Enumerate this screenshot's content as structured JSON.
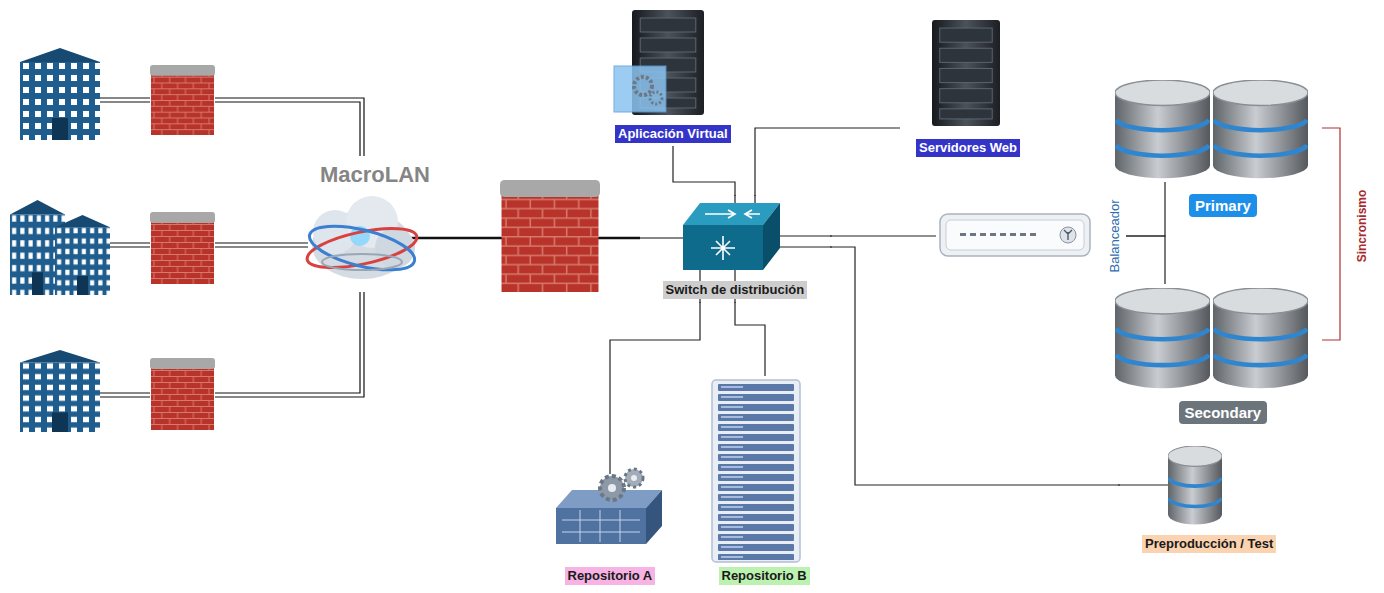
{
  "diagram": {
    "nodes": [
      {
        "text": [
          "MacroLAN"
        ]
      },
      {
        "text": [
          "Aplicación Virtual"
        ]
      },
      {
        "text": [
          "Servidores Web"
        ]
      },
      {
        "text": [
          "Switch de distribución"
        ]
      },
      {
        "text": [
          "Balanceador"
        ]
      },
      {
        "text": [
          "Primary"
        ]
      },
      {
        "text": [
          "Secondary"
        ]
      },
      {
        "text": [
          "Preproducción / Test"
        ]
      },
      {
        "text": [
          "Repositorio A"
        ]
      },
      {
        "text": [
          "Repositorio B"
        ]
      }
    ],
    "edges": [
      {
        "from": 0,
        "to": 3,
        "arrow": "none"
      },
      {
        "from": 1,
        "to": 3,
        "arrow": "none"
      },
      {
        "from": 2,
        "to": 3,
        "arrow": "none"
      },
      {
        "from": 3,
        "to": 4,
        "arrow": "none"
      },
      {
        "from": 4,
        "to": 5,
        "arrow": "none"
      },
      {
        "from": 4,
        "to": 6,
        "arrow": "none"
      },
      {
        "from": 3,
        "to": 7,
        "arrow": "none"
      },
      {
        "from": 3,
        "to": 8,
        "arrow": "none"
      },
      {
        "from": 3,
        "to": 9,
        "arrow": "none"
      }
    ],
    "labels": [
      "Sincronismo"
    ]
  }
}
